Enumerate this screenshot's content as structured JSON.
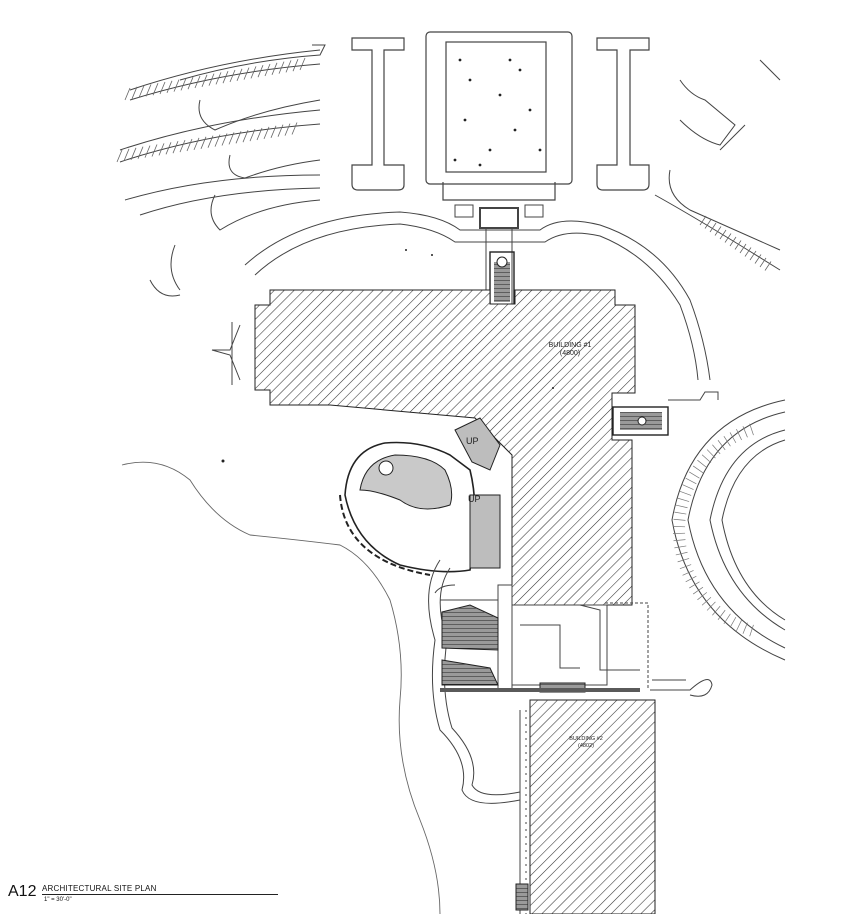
{
  "title_block": {
    "sheet_number": "A12",
    "sheet_title": "ARCHITECTURAL SITE PLAN",
    "scale": "1\" = 30'-0\""
  },
  "labels": {
    "building_1_name": "BUILDING #1",
    "building_1_number": "(4800)",
    "building_2_name": "BUILDING #2",
    "building_2_number": "(4802)",
    "up_upper": "UP",
    "up_lower": "UP"
  },
  "colors": {
    "line": "#3a3a3a",
    "hatch": "#333333",
    "stair_fill": "#c8c8c8",
    "dark_fill": "#6a6a6a"
  }
}
